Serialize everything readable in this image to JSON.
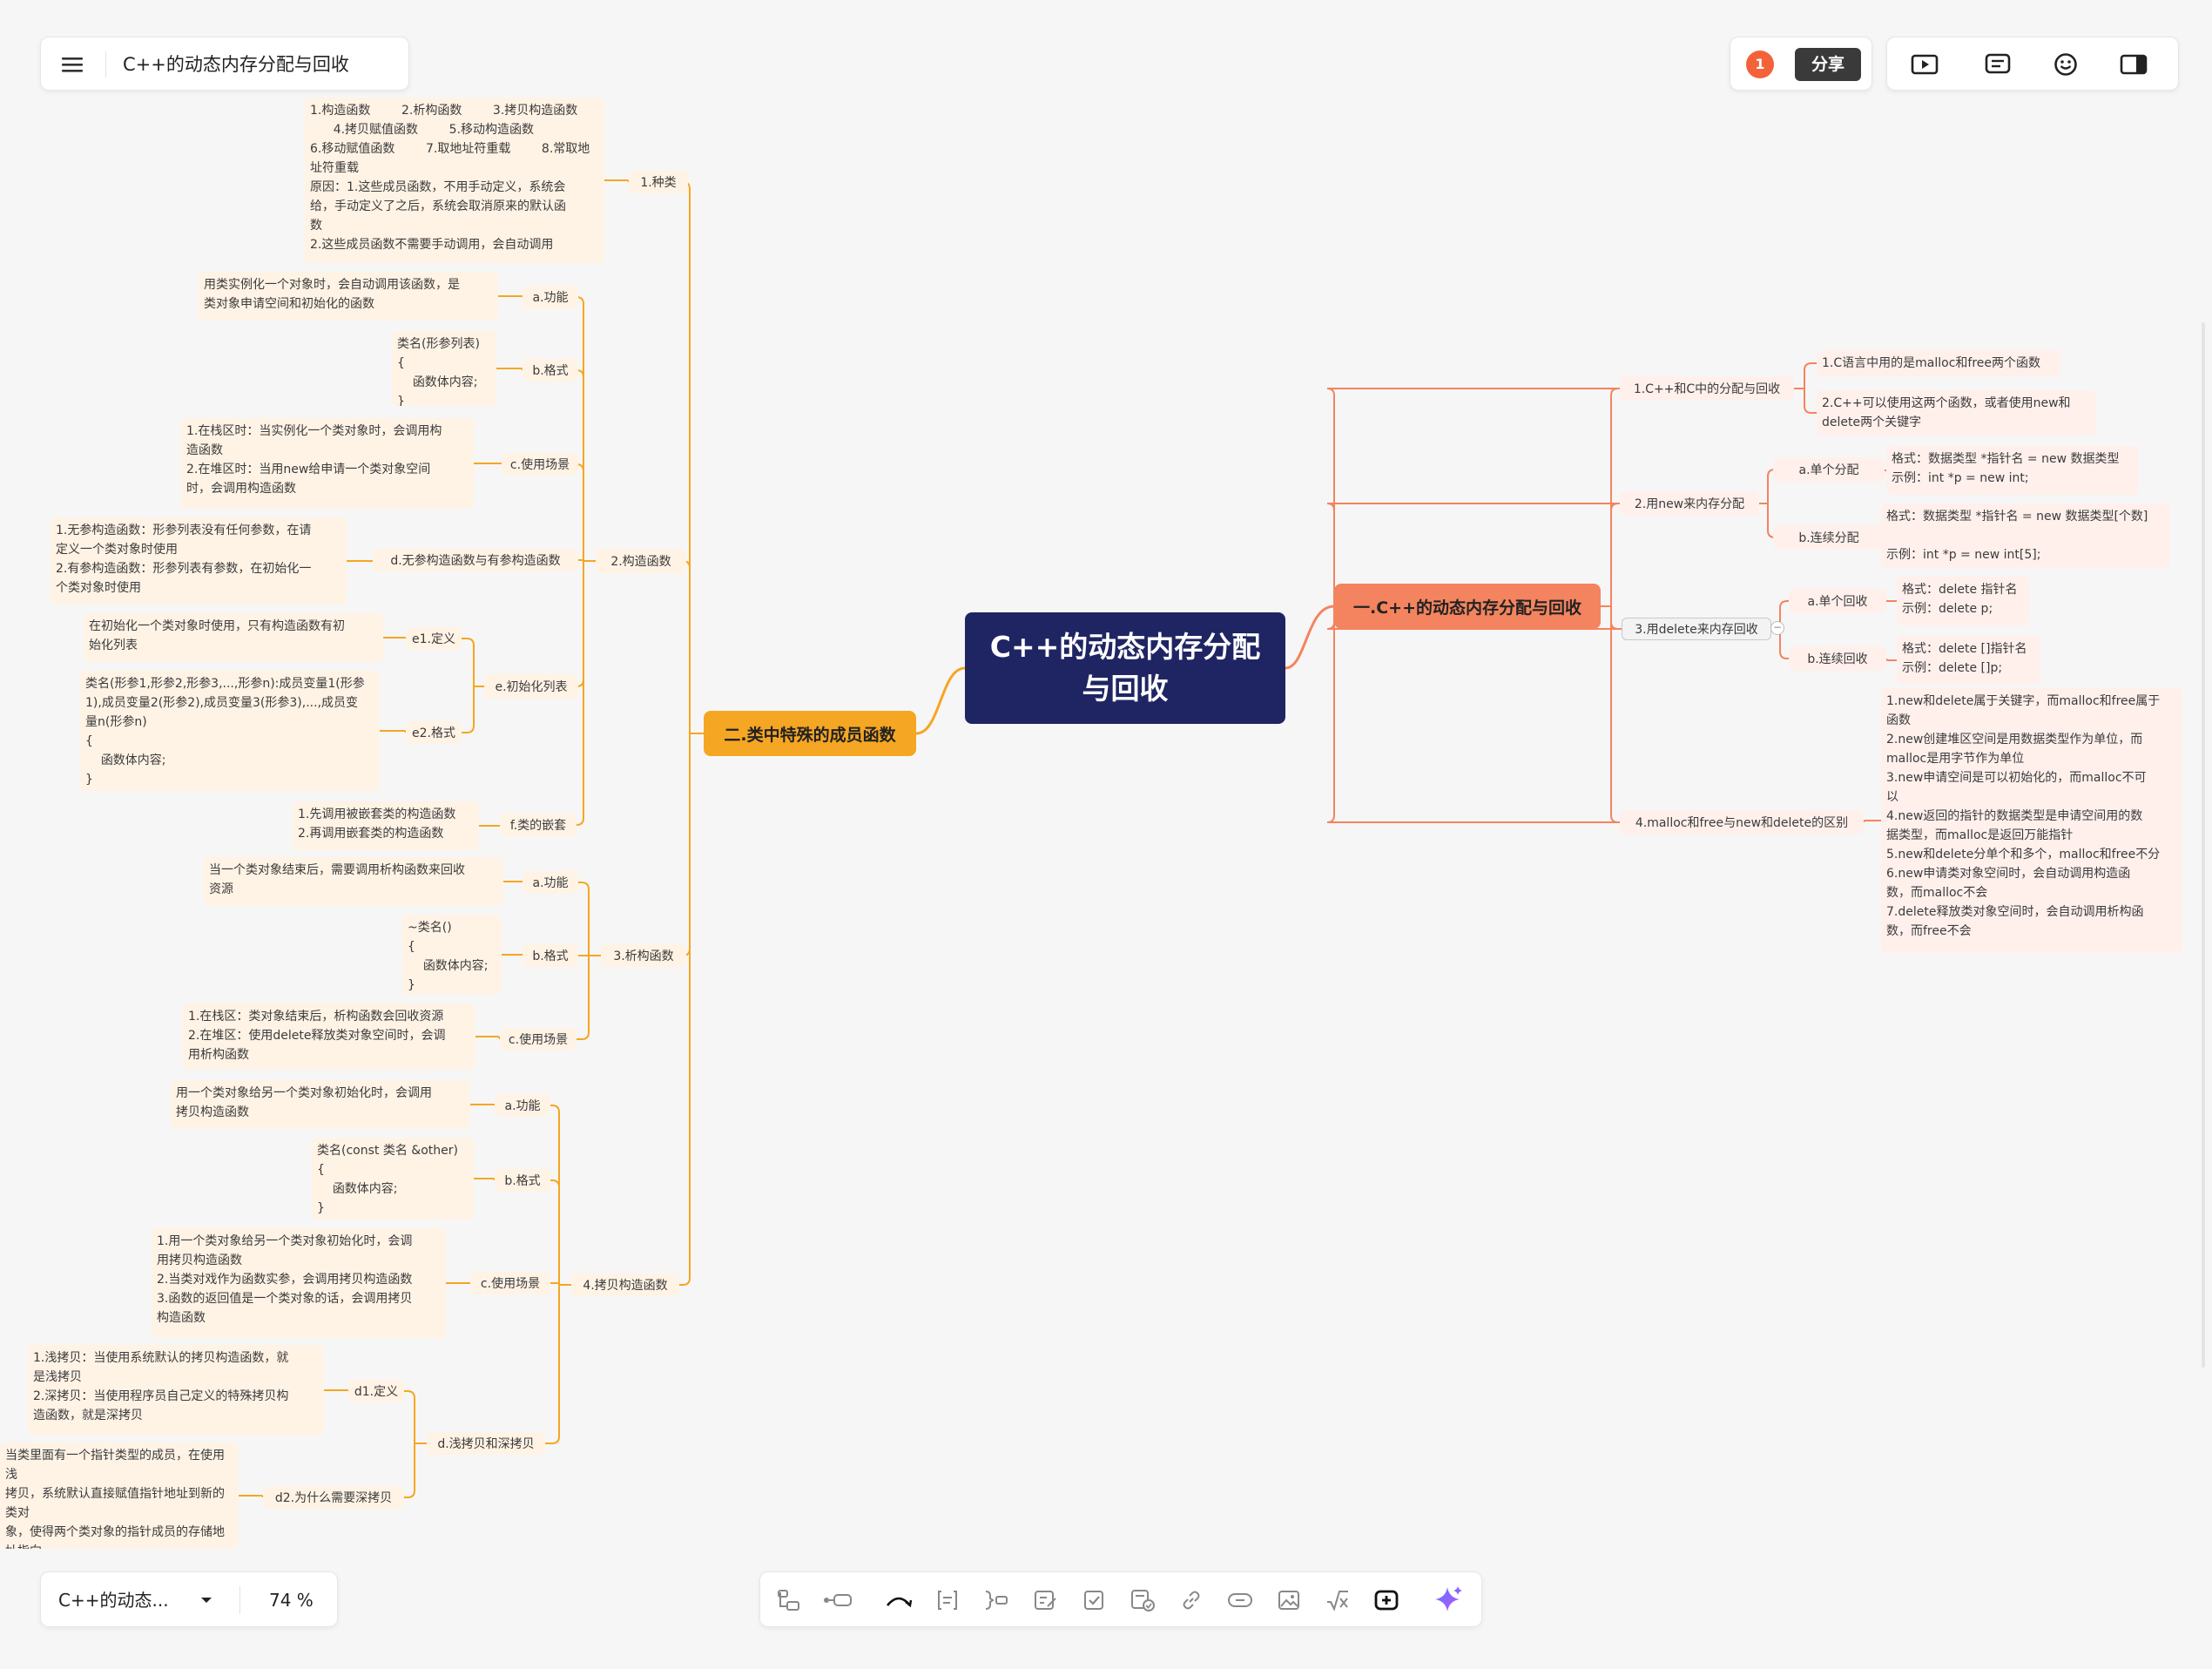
{
  "header": {
    "doc_title": "C++的动态内存分配与回收",
    "notification_count": "1",
    "share_label": "分享"
  },
  "footer": {
    "doc_name_short": "C++的动态...",
    "zoom": "74 %"
  },
  "colors": {
    "root": "#1f2563",
    "branch_left": "#f5a623",
    "branch_right": "#f4845f",
    "line_left": "#f5a623",
    "line_right": "#f4845f",
    "leaf_bg": "#fff3e5",
    "accent_ai": "#7c4dff",
    "badge": "#f4623a"
  },
  "mindmap": {
    "root": "C++的动态内存分配\n与回收",
    "right": {
      "label": "一.C++的动态内存分配与回收",
      "children": [
        {
          "label": "1.C++和C中的分配与回收",
          "leaves": [
            "1.C语言中用的是malloc和free两个函数",
            "2.C++可以使用这两个函数，或者使用new和\ndelete两个关键字"
          ]
        },
        {
          "label": "2.用new来内存分配",
          "subs": [
            {
              "label": "a.单个分配",
              "leaf": "格式：数据类型 *指针名 = new 数据类型\n示例：int *p = new int;"
            },
            {
              "label": "b.连续分配",
              "leaf": "格式：数据类型 *指针名 = new 数据类型[个数]\n\n示例：int *p = new int[5];"
            }
          ]
        },
        {
          "label": "3.用delete来内存回收",
          "subs": [
            {
              "label": "a.单个回收",
              "leaf": "格式：delete 指针名\n示例：delete p;"
            },
            {
              "label": "b.连续回收",
              "leaf": "格式：delete []指针名\n示例：delete []p;"
            }
          ]
        },
        {
          "label": "4.malloc和free与new和delete的区别",
          "leaf": "1.new和delete属于关键字，而malloc和free属于\n函数\n2.new创建堆区空间是用数据类型作为单位，而\nmalloc是用字节作为单位\n3.new申请空间是可以初始化的，而malloc不可\n以\n4.new返回的指针的数据类型是申请空间用的数\n据类型，而malloc是返回万能指针\n5.new和delete分单个和多个，malloc和free不分\n6.new申请类对象空间时，会自动调用构造函\n数，而malloc不会\n7.delete释放类对象空间时，会自动调用析构函\n数，而free不会"
        }
      ]
    },
    "left": {
      "label": "二.类中特殊的成员函数",
      "children": [
        {
          "label": "1.种类",
          "leaf": "1.构造函数        2.析构函数        3.拷贝构造函数\n      4.拷贝赋值函数        5.移动构造函数\n6.移动赋值函数        7.取地址符重载        8.常取地\n址符重载\n原因：1.这些成员函数，不用手动定义，系统会\n给，手动定义了之后，系统会取消原来的默认函\n数\n2.这些成员函数不需要手动调用，会自动调用"
        },
        {
          "label": "2.构造函数",
          "subs": [
            {
              "label": "a.功能",
              "leaf": "用类实例化一个对象时，会自动调用该函数，是\n类对象申请空间和初始化的函数"
            },
            {
              "label": "b.格式",
              "leaf": "类名(形参列表)\n{\n    函数体内容;\n}"
            },
            {
              "label": "c.使用场景",
              "leaf": "1.在栈区时：当实例化一个类对象时，会调用构\n造函数\n2.在堆区时：当用new给申请一个类对象空间\n时，会调用构造函数"
            },
            {
              "label": "d.无参构造函数与有参构造函数",
              "leaf": "1.无参构造函数：形参列表没有任何参数，在请\n定义一个类对象时使用\n2.有参构造函数：形参列表有参数，在初始化一\n个类对象时使用"
            },
            {
              "label": "e.初始化列表",
              "subs": [
                {
                  "label": "e1.定义",
                  "leaf": "在初始化一个类对象时使用，只有构造函数有初\n始化列表"
                },
                {
                  "label": "e2.格式",
                  "leaf": "类名(形参1,形参2,形参3,...,形参n):成员变量1(形参\n1),成员变量2(形参2),成员变量3(形参3),...,成员变\n量n(形参n)\n{\n    函数体内容;\n}"
                }
              ]
            },
            {
              "label": "f.类的嵌套",
              "leaf": "1.先调用被嵌套类的构造函数\n2.再调用嵌套类的构造函数"
            }
          ]
        },
        {
          "label": "3.析构函数",
          "subs": [
            {
              "label": "a.功能",
              "leaf": "当一个类对象结束后，需要调用析构函数来回收\n资源"
            },
            {
              "label": "b.格式",
              "leaf": "~类名()\n{\n    函数体内容;\n}"
            },
            {
              "label": "c.使用场景",
              "leaf": "1.在栈区：类对象结束后，析构函数会回收资源\n2.在堆区：使用delete释放类对象空间时，会调\n用析构函数"
            }
          ]
        },
        {
          "label": "4.拷贝构造函数",
          "subs": [
            {
              "label": "a.功能",
              "leaf": "用一个类对象给另一个类对象初始化时，会调用\n拷贝构造函数"
            },
            {
              "label": "b.格式",
              "leaf": "类名(const 类名 &other)\n{\n    函数体内容;\n}"
            },
            {
              "label": "c.使用场景",
              "leaf": "1.用一个类对象给另一个类对象初始化时，会调\n用拷贝构造函数\n2.当类对戏作为函数实参，会调用拷贝构造函数\n3.函数的返回值是一个类对象的话，会调用拷贝\n构造函数"
            },
            {
              "label": "d.浅拷贝和深拷贝",
              "subs": [
                {
                  "label": "d1.定义",
                  "leaf": "1.浅拷贝：当使用系统默认的拷贝构造函数，就\n是浅拷贝\n2.深拷贝：当使用程序员自己定义的特殊拷贝构\n造函数，就是深拷贝"
                },
                {
                  "label": "d2.为什么需要深拷贝",
                  "leaf": "当类里面有一个指针类型的成员，在使用浅\n拷贝，系统默认直接赋值指针地址到新的类对\n象，使得两个类对象的指针成员的存储地址指向\n同一块区域，当有一个类对象改变时，会连带另\n一个类对象改变"
                }
              ]
            }
          ]
        }
      ]
    }
  }
}
